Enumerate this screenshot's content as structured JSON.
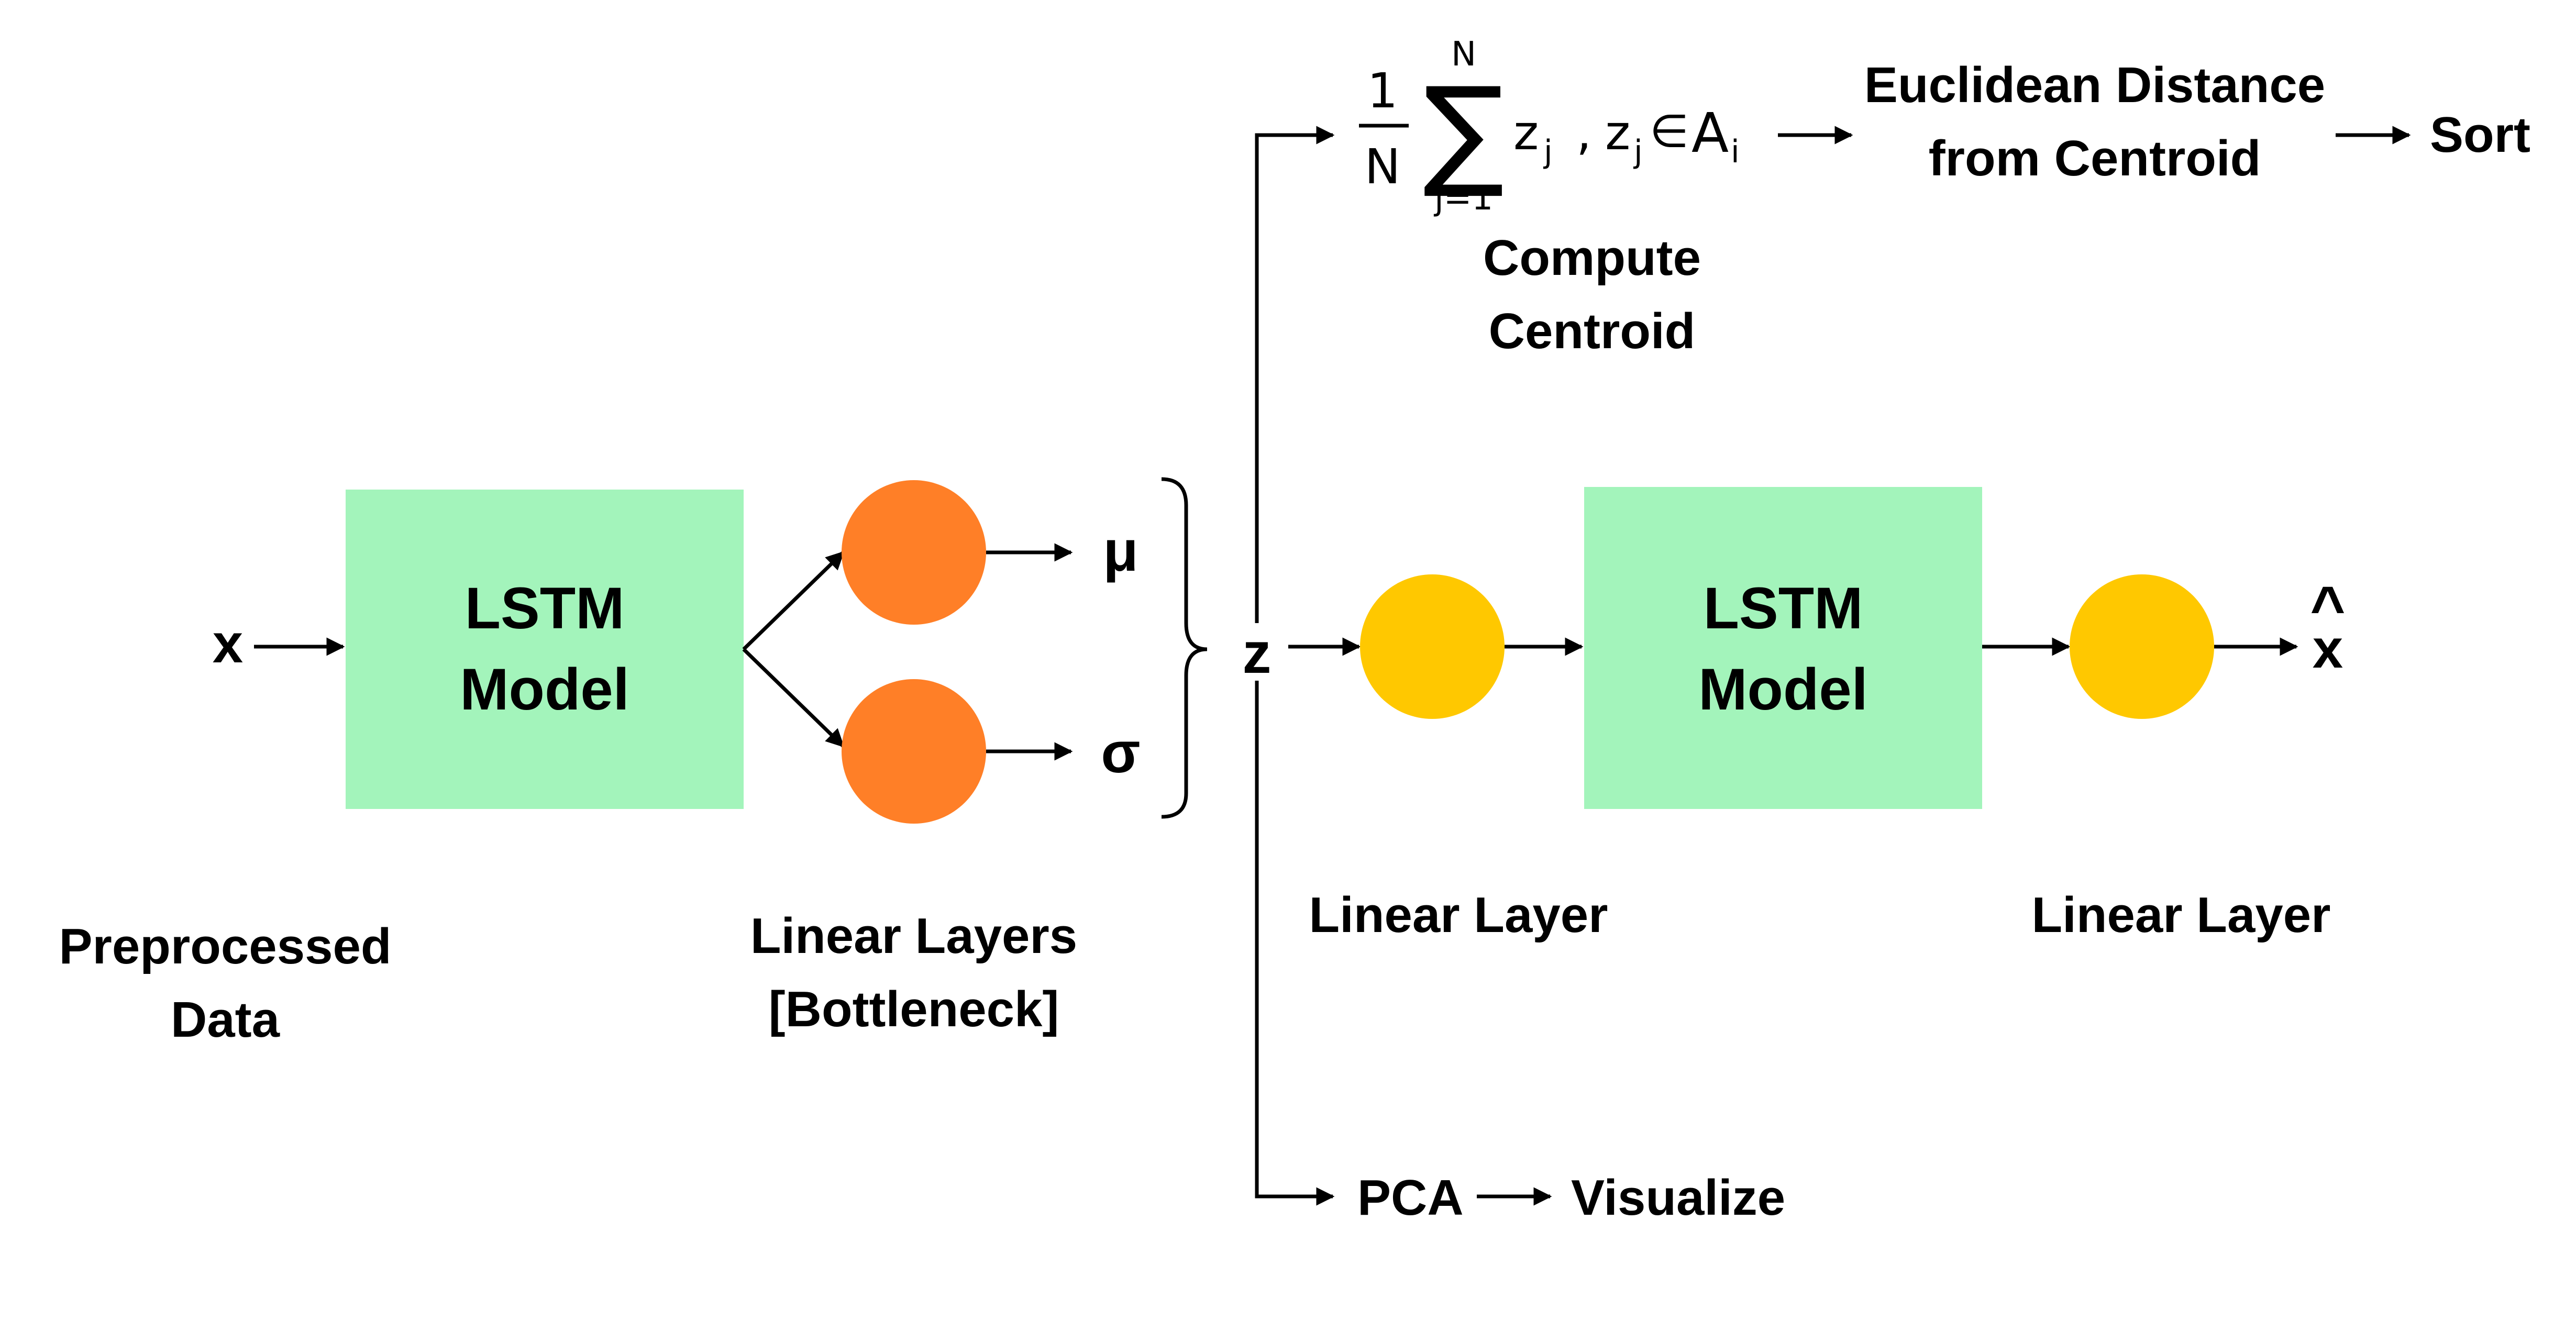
{
  "input_label": "x",
  "output_label": "x",
  "output_hat": "^",
  "encoder": {
    "line1": "LSTM",
    "line2": "Model"
  },
  "decoder": {
    "line1": "LSTM",
    "line2": "Model"
  },
  "mu_label": "μ",
  "sigma_label": "σ",
  "z_label": "z",
  "captions": {
    "preprocessed_line1": "Preprocessed",
    "preprocessed_line2": "Data",
    "linear_layers_line1": "Linear Layers",
    "linear_layers_line2": "[Bottleneck]",
    "linear_layer_1": "Linear Layer",
    "linear_layer_2": "Linear Layer"
  },
  "centroid_formula": {
    "frac_num": "1",
    "frac_den": "N",
    "sum_symbol": "∑",
    "sum_upper": "N",
    "sum_lower": "j=1",
    "term": "z",
    "term_sub": "j",
    "separator": ",",
    "member": "z",
    "member_sub": "j",
    "in_symbol": "∈",
    "set": "A",
    "set_sub": "i"
  },
  "compute_centroid": {
    "line1": "Compute",
    "line2": "Centroid"
  },
  "euclidean": {
    "line1": "Euclidean Distance",
    "line2": "from Centroid"
  },
  "sort_label": "Sort",
  "pca_label": "PCA",
  "visualize_label": "Visualize",
  "colors": {
    "lstm_fill": "#a3f4bb",
    "encoder_node": "#ff7f27",
    "decoder_node": "#ffc800",
    "stroke": "#000000"
  }
}
